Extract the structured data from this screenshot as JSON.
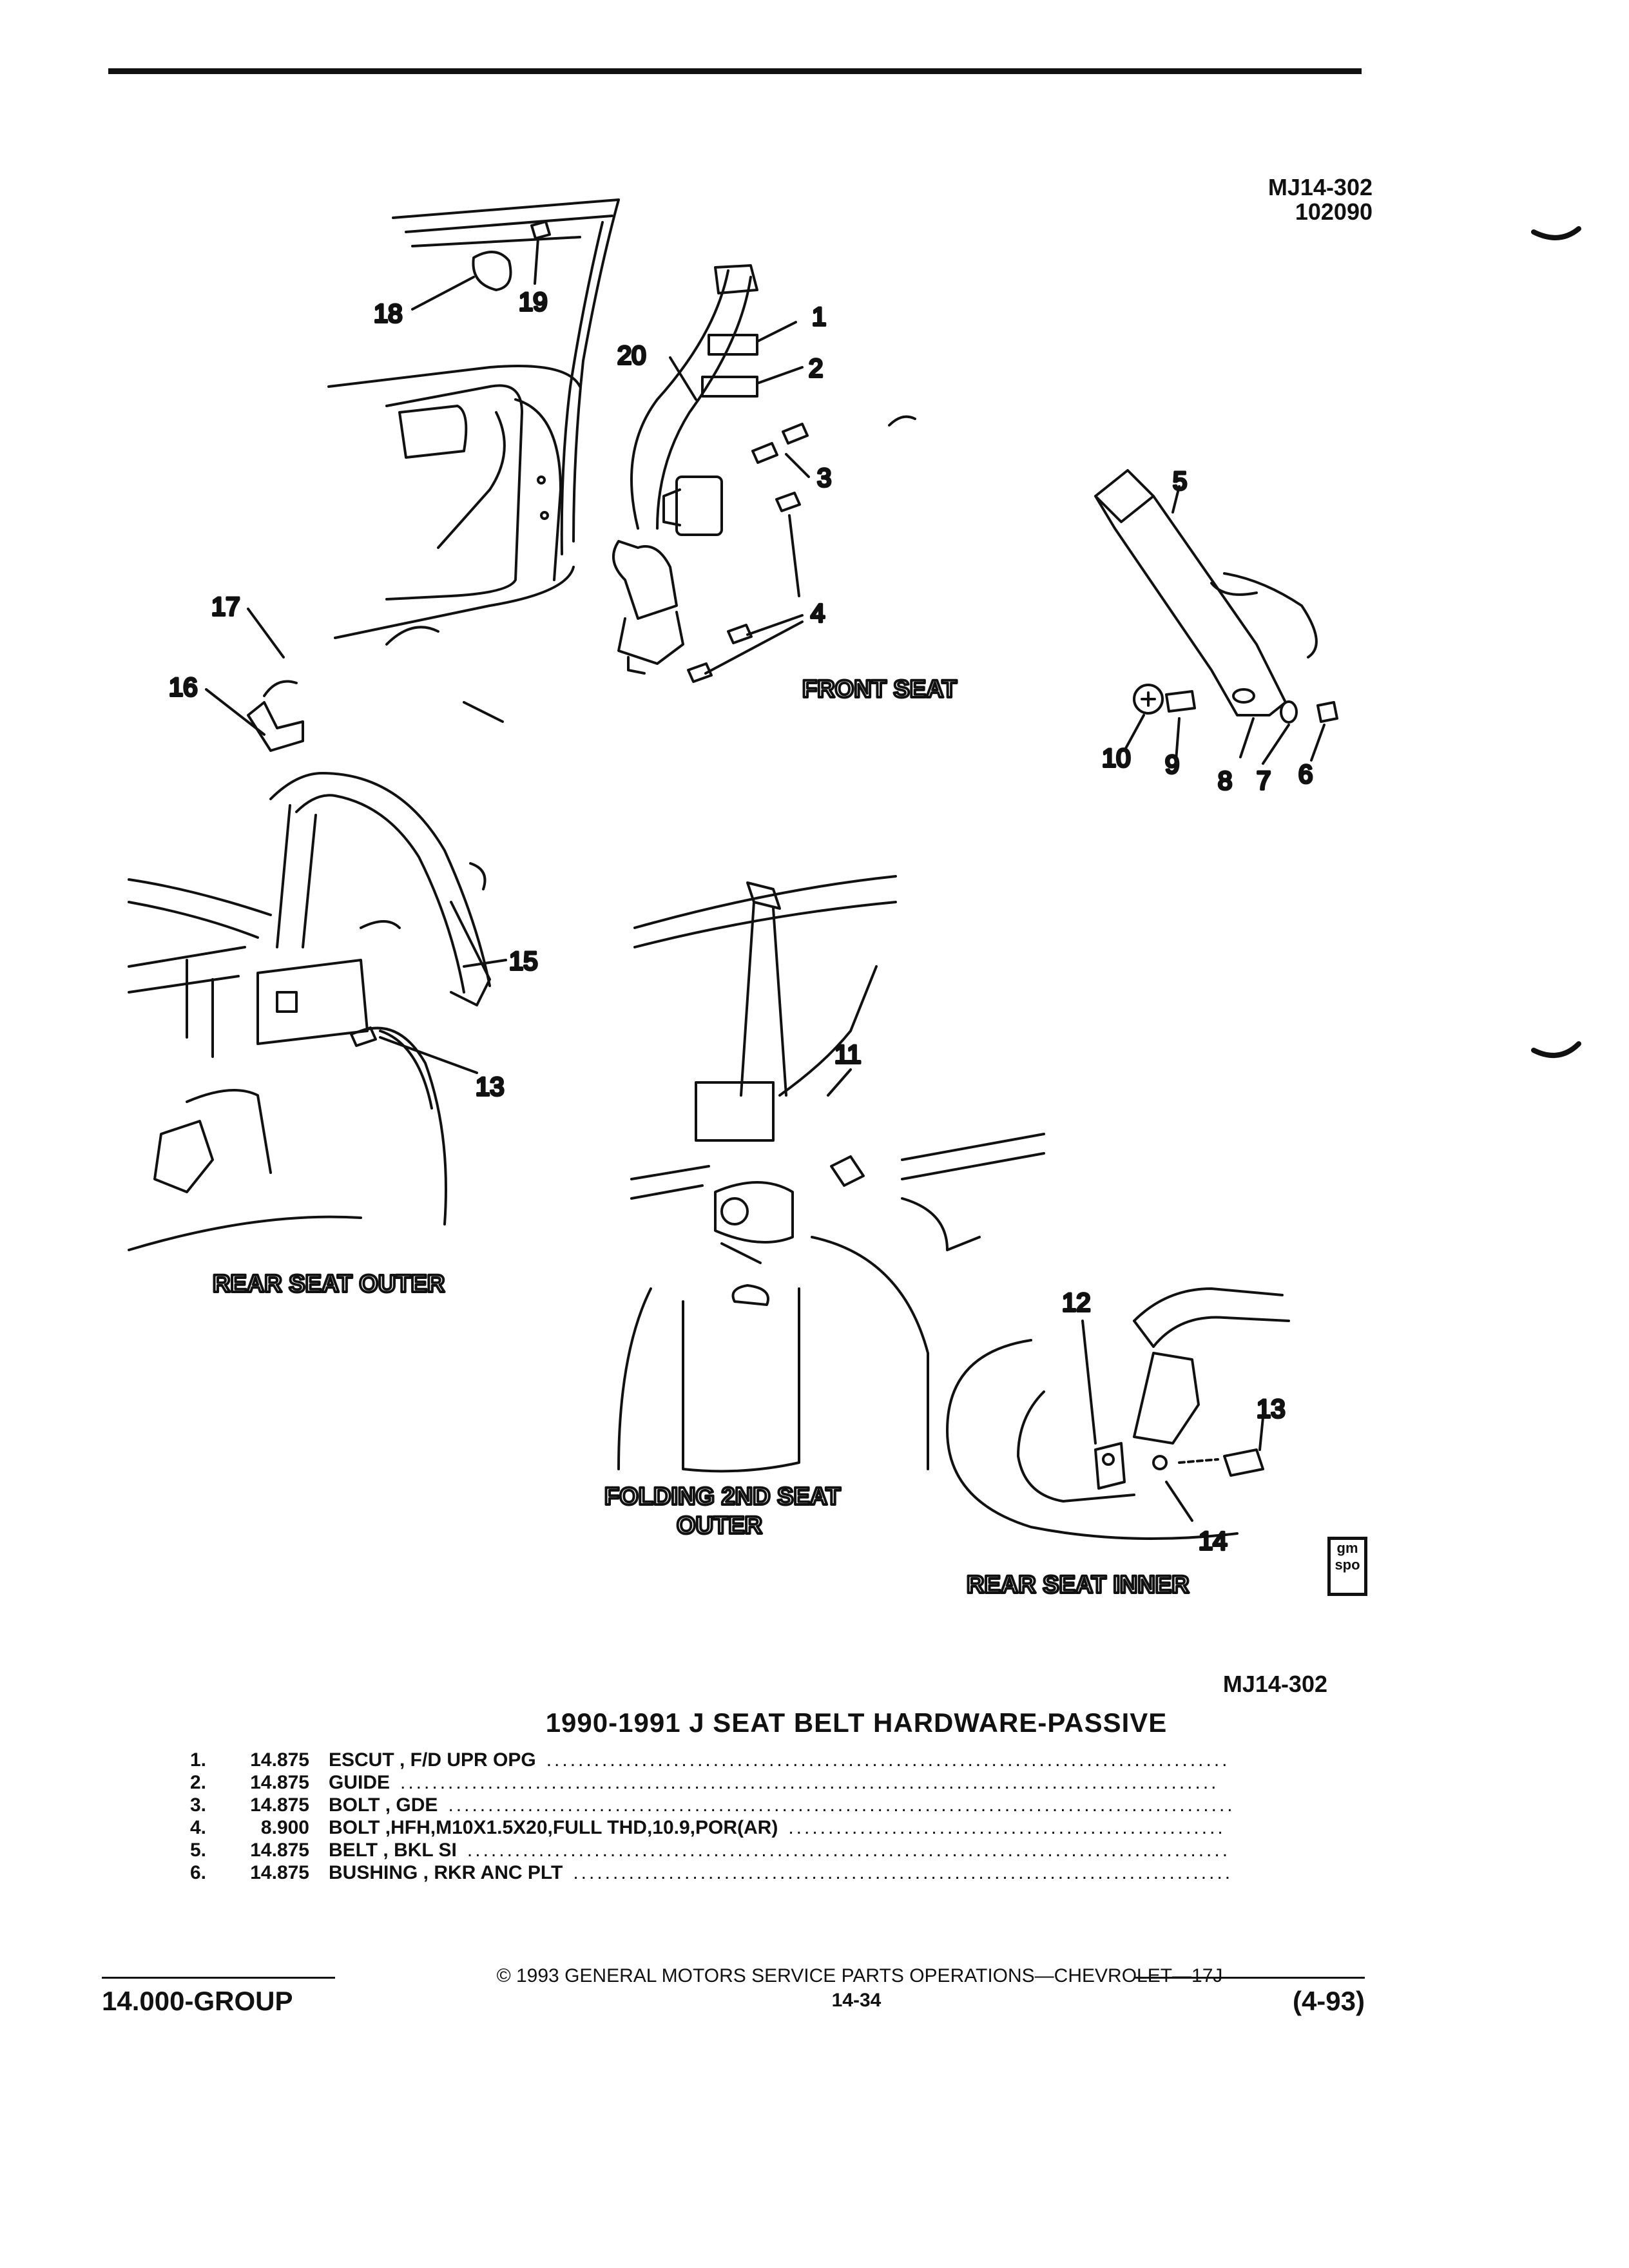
{
  "ref_top": {
    "code": "MJ14-302",
    "date": "102090"
  },
  "ref_bottom": "MJ14-302",
  "callouts": [
    "1",
    "2",
    "3",
    "4",
    "5",
    "6",
    "7",
    "8",
    "9",
    "10",
    "11",
    "12",
    "13",
    "14",
    "15",
    "16",
    "17",
    "18",
    "19",
    "20"
  ],
  "captions": {
    "front_seat": "FRONT SEAT",
    "rear_seat_outer": "REAR SEAT OUTER",
    "folding_line1": "FOLDING 2ND SEAT",
    "folding_line2": "OUTER",
    "rear_seat_inner": "REAR SEAT INNER"
  },
  "logo": {
    "line1": "gm",
    "line2": "spo"
  },
  "title": "1990-1991 J SEAT BELT HARDWARE-PASSIVE",
  "parts": [
    {
      "num": "1.",
      "value": "14.875",
      "desc": "ESCUT , F/D UPR OPG"
    },
    {
      "num": "2.",
      "value": "14.875",
      "desc": "GUIDE"
    },
    {
      "num": "3.",
      "value": "14.875",
      "desc": "BOLT , GDE"
    },
    {
      "num": "4.",
      "value": "8.900",
      "desc": "BOLT ,HFH,M10X1.5X20,FULL THD,10.9,POR(AR)"
    },
    {
      "num": "5.",
      "value": "14.875",
      "desc": "BELT , BKL SI"
    },
    {
      "num": "6.",
      "value": "14.875",
      "desc": "BUSHING , RKR ANC PLT"
    }
  ],
  "footer": {
    "copyright": "© 1993  GENERAL MOTORS SERVICE PARTS OPERATIONS—CHEVROLET—17J",
    "group": "14.000-GROUP",
    "page": "14-34",
    "date_code": "(4-93)"
  }
}
